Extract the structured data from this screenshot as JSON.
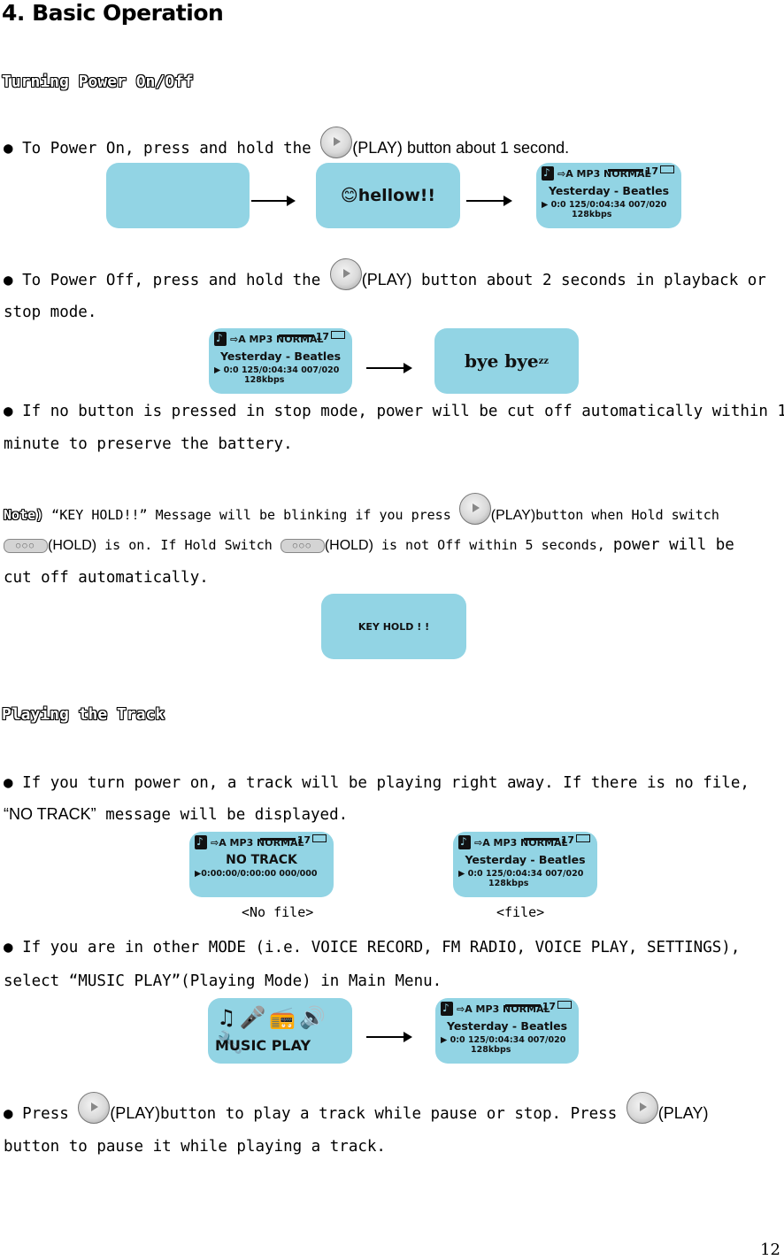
{
  "heading": "4. Basic Operation",
  "sec1": "Turning Power On/Off",
  "bullet": "●",
  "p1a": "To Power On, press and hold the ",
  "play": "(PLAY)",
  "p1b": " button about 1 second.",
  "hellow": "hellow!!",
  "smiley": "😊",
  "lcd": {
    "row1": "⇨A MP3 NORMAL",
    "num17": "17",
    "song": "Yesterday - Beatles",
    "row3": "▶ 0:0 125/0:04:34 007/020",
    "kbps": "128kbps",
    "no_track": "NO TRACK",
    "row3_nt": "▶0:00:00/0:00:00 000/000"
  },
  "p2a": "To Power Off, press and hold the ",
  "p2b": " button about 2 seconds in playback or",
  "p2c": "stop mode.",
  "byebye": "bye bye",
  "zz": "zz",
  "p3a": "If no button is pressed in stop mode, power will be cut off automatically within 1",
  "p3b": "minute to preserve the battery.",
  "note_label": "Note)",
  "note_a": " “KEY HOLD!!” Message will be blinking if you press ",
  "note_b": "button when Hold switch",
  "hold": "(HOLD)",
  "hold_dots": "○○○",
  "note_c": " is on. If Hold Switch ",
  "note_d": " is not Off within 5 seconds, ",
  "note_e": "power will be",
  "note_f": "cut off automatically.",
  "keyhold": "KEY HOLD ! !",
  "sec2": "Playing the Track",
  "p4a": "If you turn power on, a track will be playing right away. If there is no file,",
  "p4b_q": "“NO TRACK”",
  "p4b": "  message will be displayed.",
  "cap_nofile": "<No file>",
  "cap_file": "<file>",
  "p5a": "If you are in other MODE (i.e. VOICE RECORD, FM RADIO, VOICE PLAY, SETTINGS),",
  "p5b": "select “MUSIC PLAY”(Playing Mode) in Main Menu.",
  "music_play": "MUSIC PLAY",
  "p6a": " Press ",
  "p6b": "button to play a track while pause or stop. Press ",
  "p6c": "button to pause it while playing a track.",
  "page": "12"
}
